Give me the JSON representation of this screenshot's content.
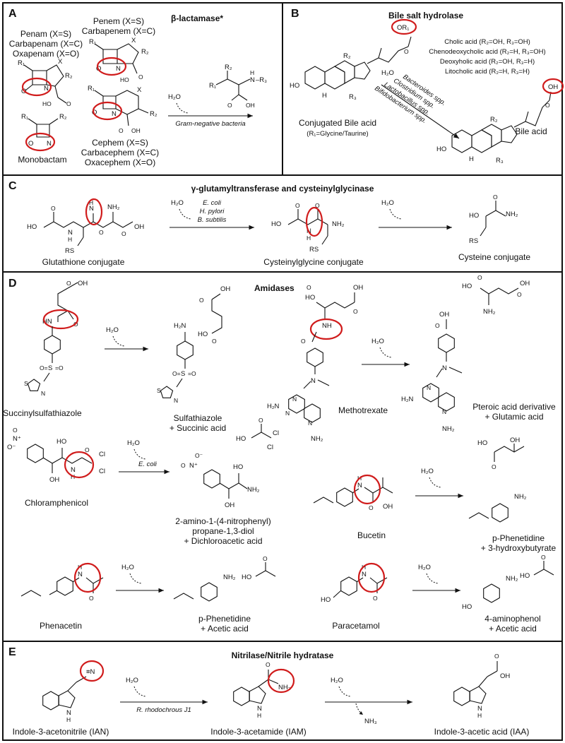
{
  "panels": {
    "A": {
      "letter": "A",
      "title": "β-lactamase*",
      "penam": [
        "Penam (X=S)",
        "Carbapenam (X=C)",
        "Oxapenam (X=O)"
      ],
      "penem": [
        "Penem (X=S)",
        "Carbapenem (X=C)"
      ],
      "cephem": [
        "Cephem (X=S)",
        "Carbacephem (X=C)",
        "Oxacephem (X=O)"
      ],
      "monobactam": "Monobactam",
      "condition": "Gram-negative bacteria",
      "water": "H₂O"
    },
    "B": {
      "letter": "B",
      "title": "Bile salt hydrolase",
      "substrate": "Conjugated Bile acid",
      "substrate_sub": "(R₁=Glycine/Taurine)",
      "product": "Bile acid",
      "acids": [
        "Cholic acid (R₂=OH, R₃=OH)",
        "Chenodeoxycholic acid (R₂=H, R₃=OH)",
        "Deoxyholic acid (R₂=OH, R₃=H)",
        "Litocholic acid (R₂=H, R₃=H)"
      ],
      "bacteria": [
        "Bacteroides spp.",
        "Clostridium spp.",
        "Lactobacillus spp.",
        "Bifidobacterium spp."
      ],
      "water": "H₂O",
      "group_or1": "OR₁",
      "group_oh": "OH"
    },
    "C": {
      "letter": "C",
      "title": "γ-glutamyltransferase and cysteinylglycinase",
      "compounds": [
        "Glutathione conjugate",
        "Cysteinylglycine conjugate",
        "Cysteine conjugate"
      ],
      "bacteria": [
        "E. coli",
        "H. pylori",
        "B. subtilis"
      ],
      "water": "H₂O"
    },
    "D": {
      "letter": "D",
      "title": "Amidases",
      "succ": "Succinylsulfathiazole",
      "sulfa": [
        "Sulfathiazole",
        "+ Succinic acid"
      ],
      "mtx": "Methotrexate",
      "pteroic": [
        "Pteroic acid derivative",
        "+ Glutamic acid"
      ],
      "chlor": "Chloramphenicol",
      "chlor_prod": [
        "2-amino-1-(4-nitrophenyl)",
        "propane-1,3-diol",
        "+ Dichloroacetic acid"
      ],
      "bucetin": "Bucetin",
      "bucetin_prod": [
        "p-Phenetidine",
        "+ 3-hydroxybutyrate"
      ],
      "phenacetin": "Phenacetin",
      "phenacetin_prod": [
        "p-Phenetidine",
        "+ Acetic acid"
      ],
      "paracetamol": "Paracetamol",
      "paracetamol_prod": [
        "4-aminophenol",
        "+ Acetic acid"
      ],
      "ecoli": "E. coli",
      "water": "H₂O"
    },
    "E": {
      "letter": "E",
      "title": "Nitrilase/Nitrile hydratase",
      "compounds": [
        "Indole-3-acetonitrile (IAN)",
        "Indole-3-acetamide (IAM)",
        "Indole-3-acetic acid (IAA)"
      ],
      "organism": "R. rhodochrous J1",
      "water": "H₂O",
      "ammonia": "NH₃"
    }
  }
}
